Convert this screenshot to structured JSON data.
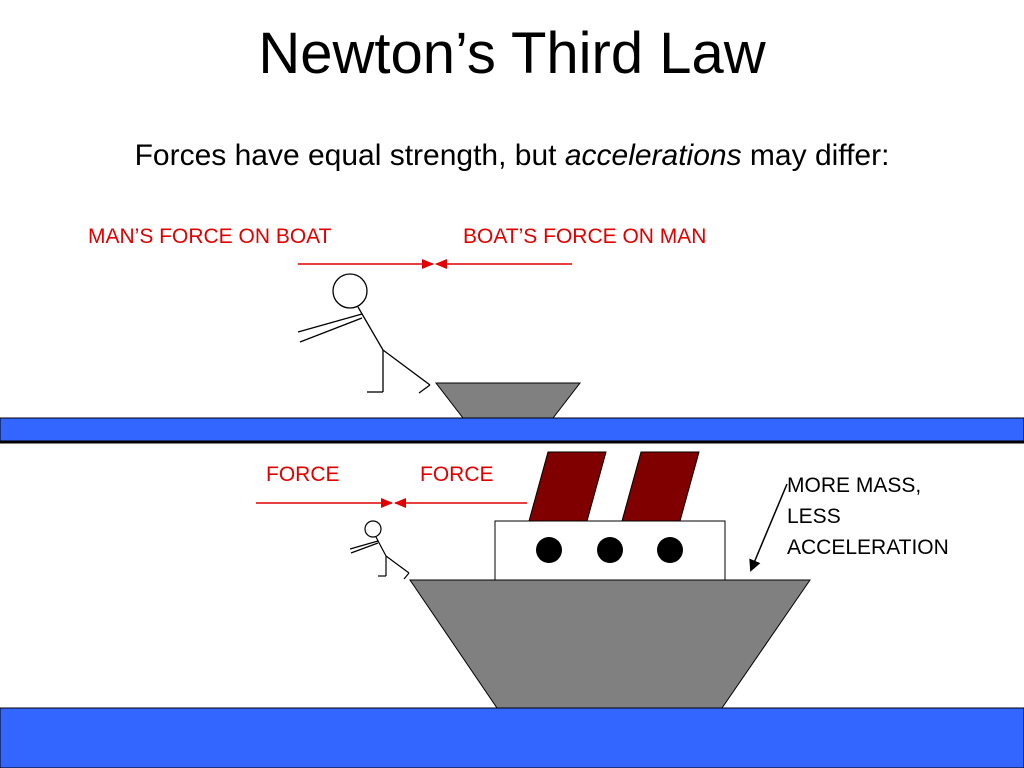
{
  "slide": {
    "title": "Newton’s Third Law",
    "subtitle_pre": "Forces have equal strength, but ",
    "subtitle_em": "accelerations",
    "subtitle_post": " may differ:"
  },
  "top_scene": {
    "label_left": "MAN’S FORCE ON BOAT",
    "label_right": "BOAT’S FORCE ON MAN"
  },
  "bottom_scene": {
    "label_left": "FORCE",
    "label_right": "FORCE",
    "note_lines": [
      "MORE MASS,",
      "LESS",
      "ACCELERATION"
    ]
  },
  "colors": {
    "force_red": "#e00000",
    "water_blue": "#3366ff",
    "hull_gray": "#808080",
    "funnel_red": "#800000",
    "text": "#000000"
  }
}
